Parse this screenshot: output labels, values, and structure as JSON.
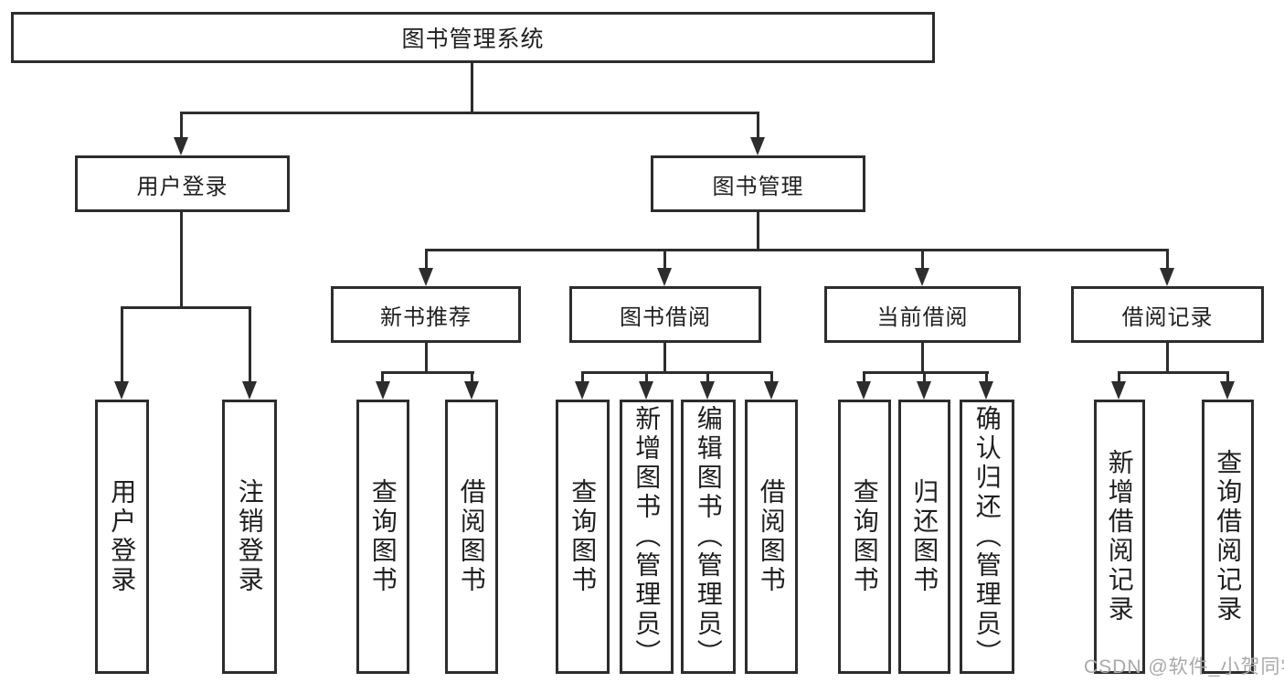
{
  "diagram": {
    "root": {
      "label": "图书管理系统",
      "children": [
        {
          "label": "用户登录",
          "children": [
            {
              "label": "用户登录"
            },
            {
              "label": "注销登录"
            }
          ]
        },
        {
          "label": "图书管理",
          "children": [
            {
              "label": "新书推荐",
              "children": [
                {
                  "label": "查询图书"
                },
                {
                  "label": "借阅图书"
                }
              ]
            },
            {
              "label": "图书借阅",
              "children": [
                {
                  "label": "查询图书"
                },
                {
                  "label": "新增图书（管理员）"
                },
                {
                  "label": "编辑图书（管理员）"
                },
                {
                  "label": "借阅图书"
                }
              ]
            },
            {
              "label": "当前借阅",
              "children": [
                {
                  "label": "查询图书"
                },
                {
                  "label": "归还图书"
                },
                {
                  "label": "确认归还（管理员）"
                }
              ]
            },
            {
              "label": "借阅记录",
              "children": [
                {
                  "label": "新增借阅记录"
                },
                {
                  "label": "查询借阅记录"
                }
              ]
            }
          ]
        }
      ]
    },
    "colors": {
      "line": "#2d2d2d",
      "box_border": "#2d2d2d",
      "background": "#ffffff",
      "watermark": "#a9a9a9"
    }
  },
  "watermark": {
    "text": "CSDN @软件_小贺同学"
  }
}
